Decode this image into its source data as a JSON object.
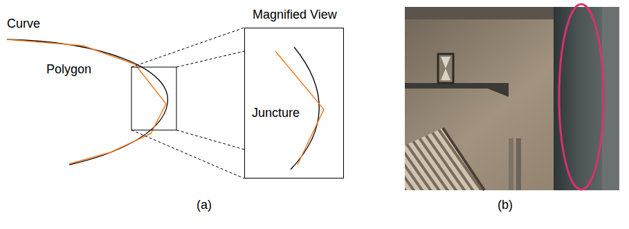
{
  "diagram": {
    "nodes": [
      {
        "text": [
          "Magnified View",
          "Juncture"
        ]
      }
    ],
    "labels": [
      "Curve",
      "Polygon",
      "(a)",
      "(b)"
    ]
  }
}
